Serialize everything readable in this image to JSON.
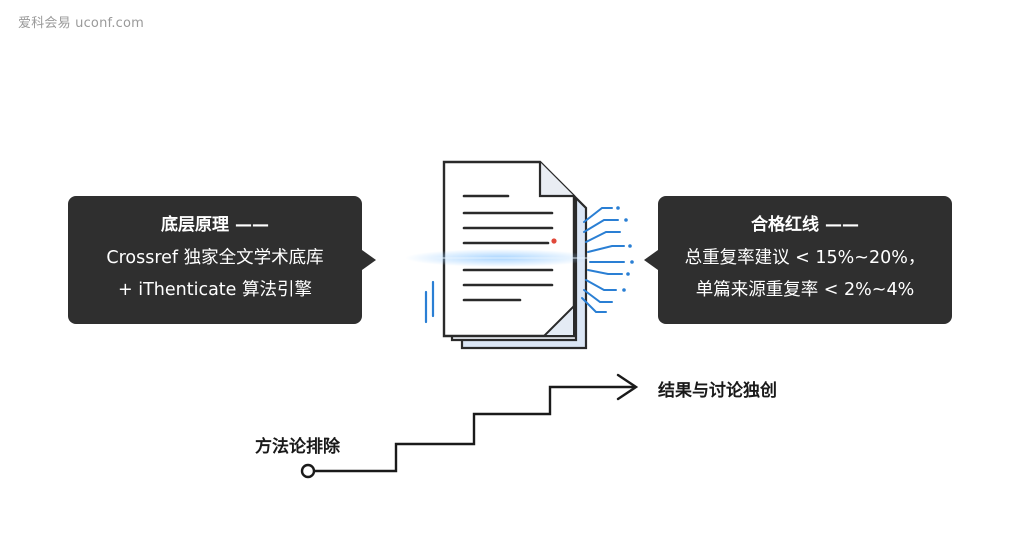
{
  "watermark": "爱科会易 uconf.com",
  "left_callout": {
    "title": "底层原理 ——",
    "line1": "Crossref 独家全文学术底库",
    "line2": "+ iThenticate 算法引擎"
  },
  "right_callout": {
    "title": "合格红线 ——",
    "line1": "总重复率建议 < 15%~20%，",
    "line2": "单篇来源重复率 < 2%~4%"
  },
  "staircase": {
    "start_label": "方法论排除",
    "end_label": "结果与讨论独创"
  },
  "colors": {
    "callout_bg": "#2f2f2f",
    "scan_blue": "#2a7fd4",
    "accent_red": "#e0483a"
  },
  "icons": [
    "document-icon",
    "scan-beam-icon",
    "stair-arrow-icon"
  ]
}
